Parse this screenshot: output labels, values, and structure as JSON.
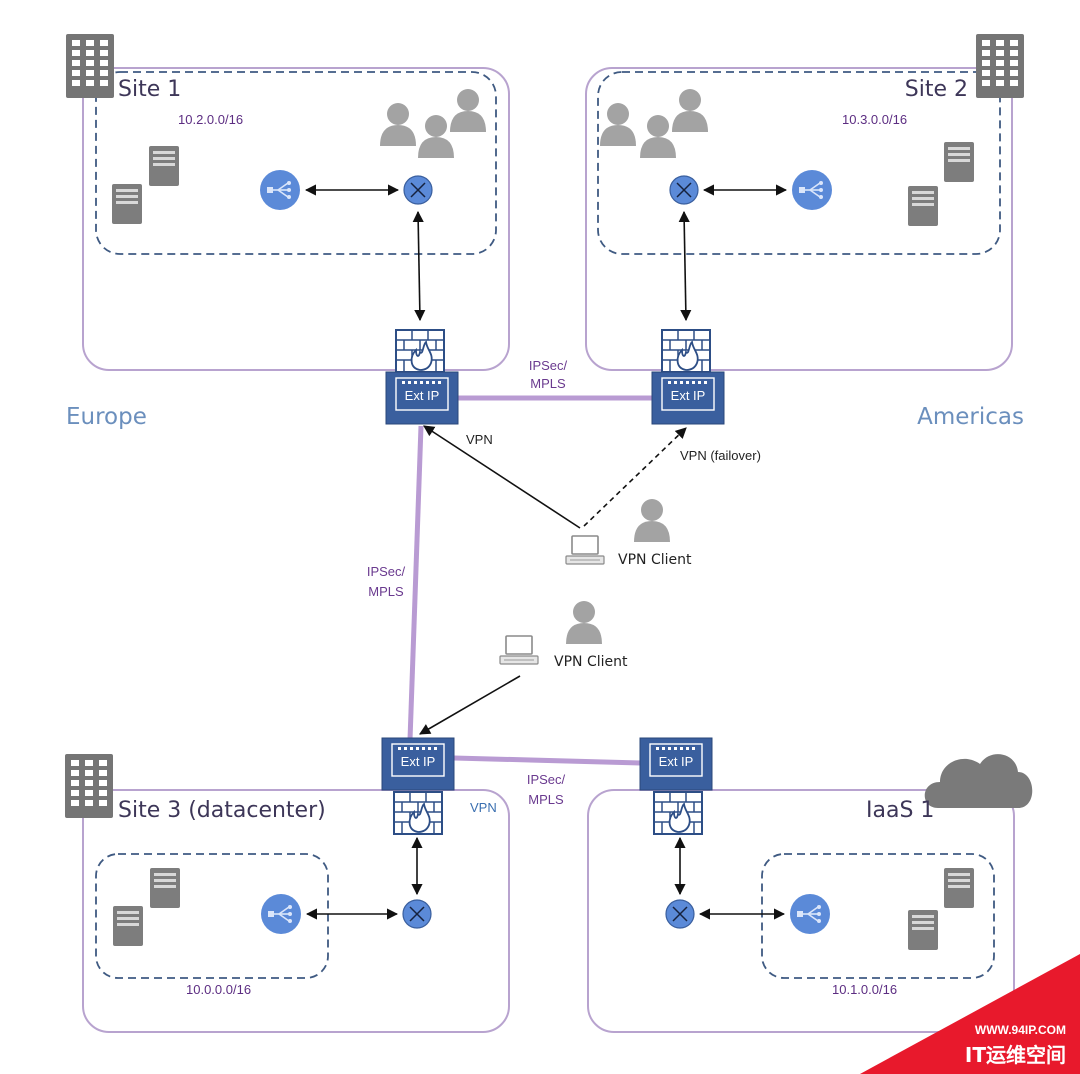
{
  "sites": {
    "site1": {
      "title": "Site 1",
      "cidr": "10.2.0.0/16"
    },
    "site2": {
      "title": "Site 2",
      "cidr": "10.3.0.0/16"
    },
    "site3": {
      "title": "Site 3 (datacenter)",
      "cidr": "10.0.0.0/16"
    },
    "iaas1": {
      "title": "IaaS 1",
      "cidr": "10.1.0.0/16"
    }
  },
  "regions": {
    "left": "Europe",
    "right": "Americas"
  },
  "gateways": {
    "label": "Ext IP"
  },
  "links": {
    "top_line1": "IPSec/",
    "top_line2": "MPLS",
    "left_line1": "IPSec/",
    "left_line2": "MPLS",
    "bottom_line1": "IPSec/",
    "bottom_line2": "MPLS",
    "vpn": "VPN",
    "vpn_failover": "VPN (failover)",
    "site3_vpn": "VPN"
  },
  "clients": {
    "client1": "VPN Client",
    "client2": "VPN Client"
  },
  "watermark": {
    "url": "WWW.94IP.COM",
    "brand": "IT运维空间"
  },
  "colors": {
    "site_border": "#b8a3cf",
    "link_purple": "#b99bd3",
    "gateway_blue": "#3a5f9e",
    "icon_blue": "#5b8ad8",
    "watermark_red": "#e8192c"
  }
}
